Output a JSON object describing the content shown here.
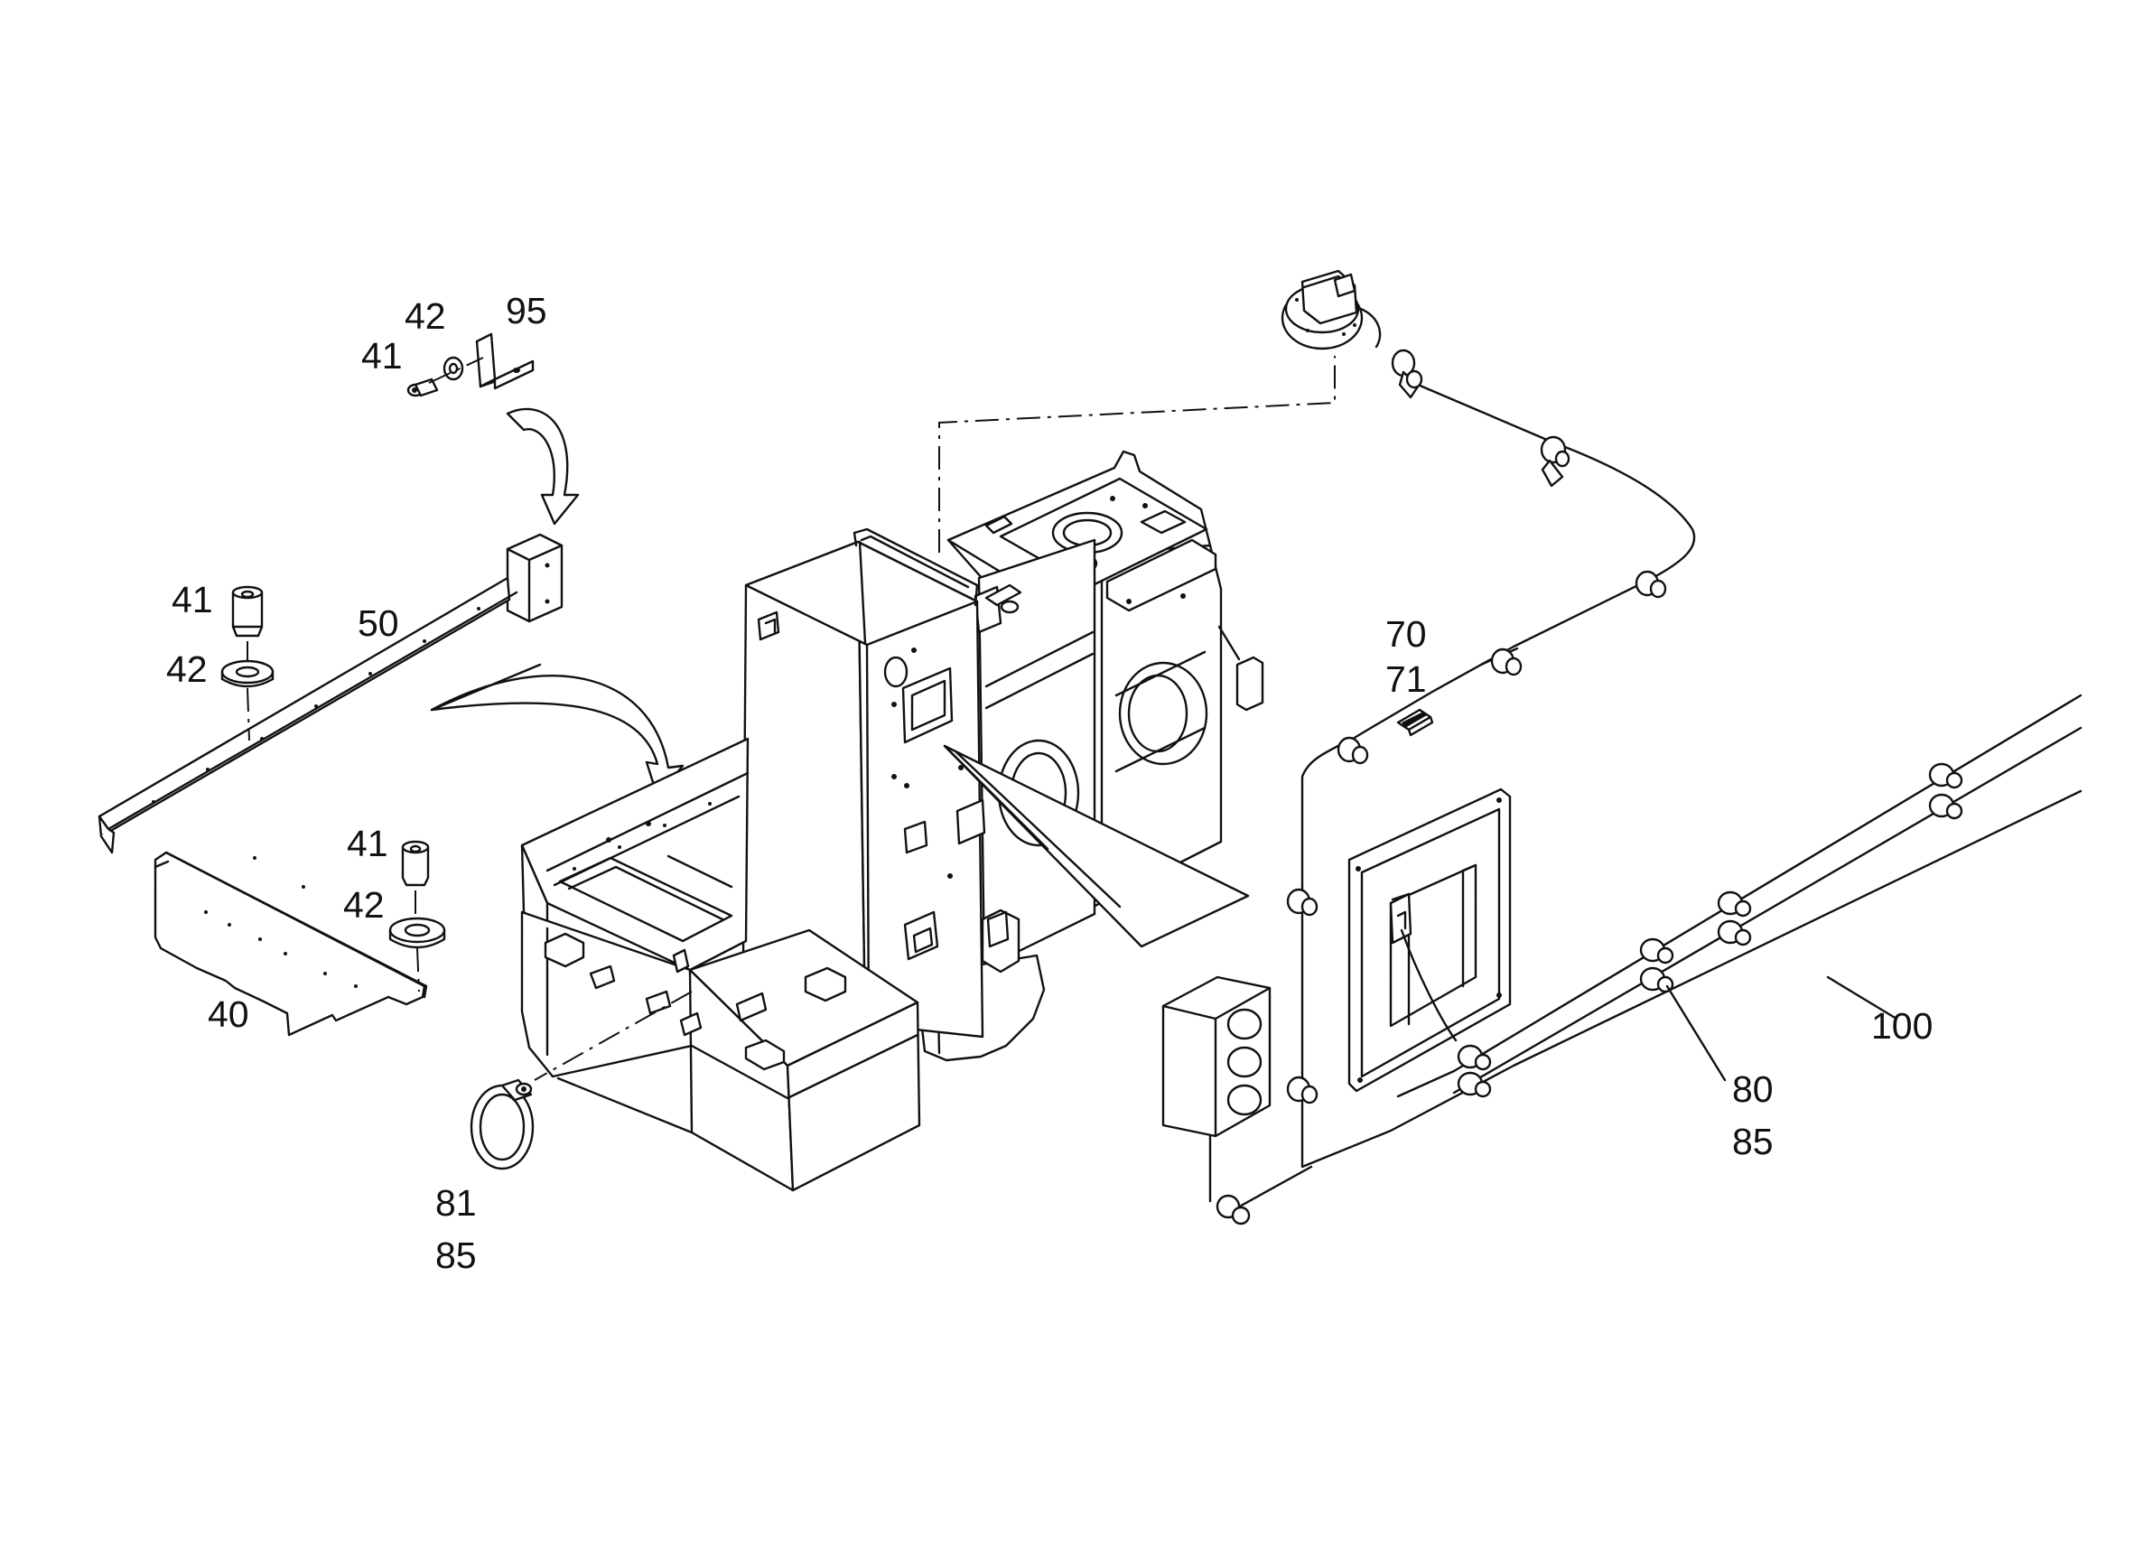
{
  "callouts": {
    "c42_top": "42",
    "c95": "95",
    "c41_top": "41",
    "c41_mid": "41",
    "c50": "50",
    "c42_mid": "42",
    "c70": "70",
    "c71": "71",
    "c41_low": "41",
    "c42_low": "42",
    "c40": "40",
    "c100": "100",
    "c80": "80",
    "c85_right": "85",
    "c81": "81",
    "c85_left": "85"
  }
}
